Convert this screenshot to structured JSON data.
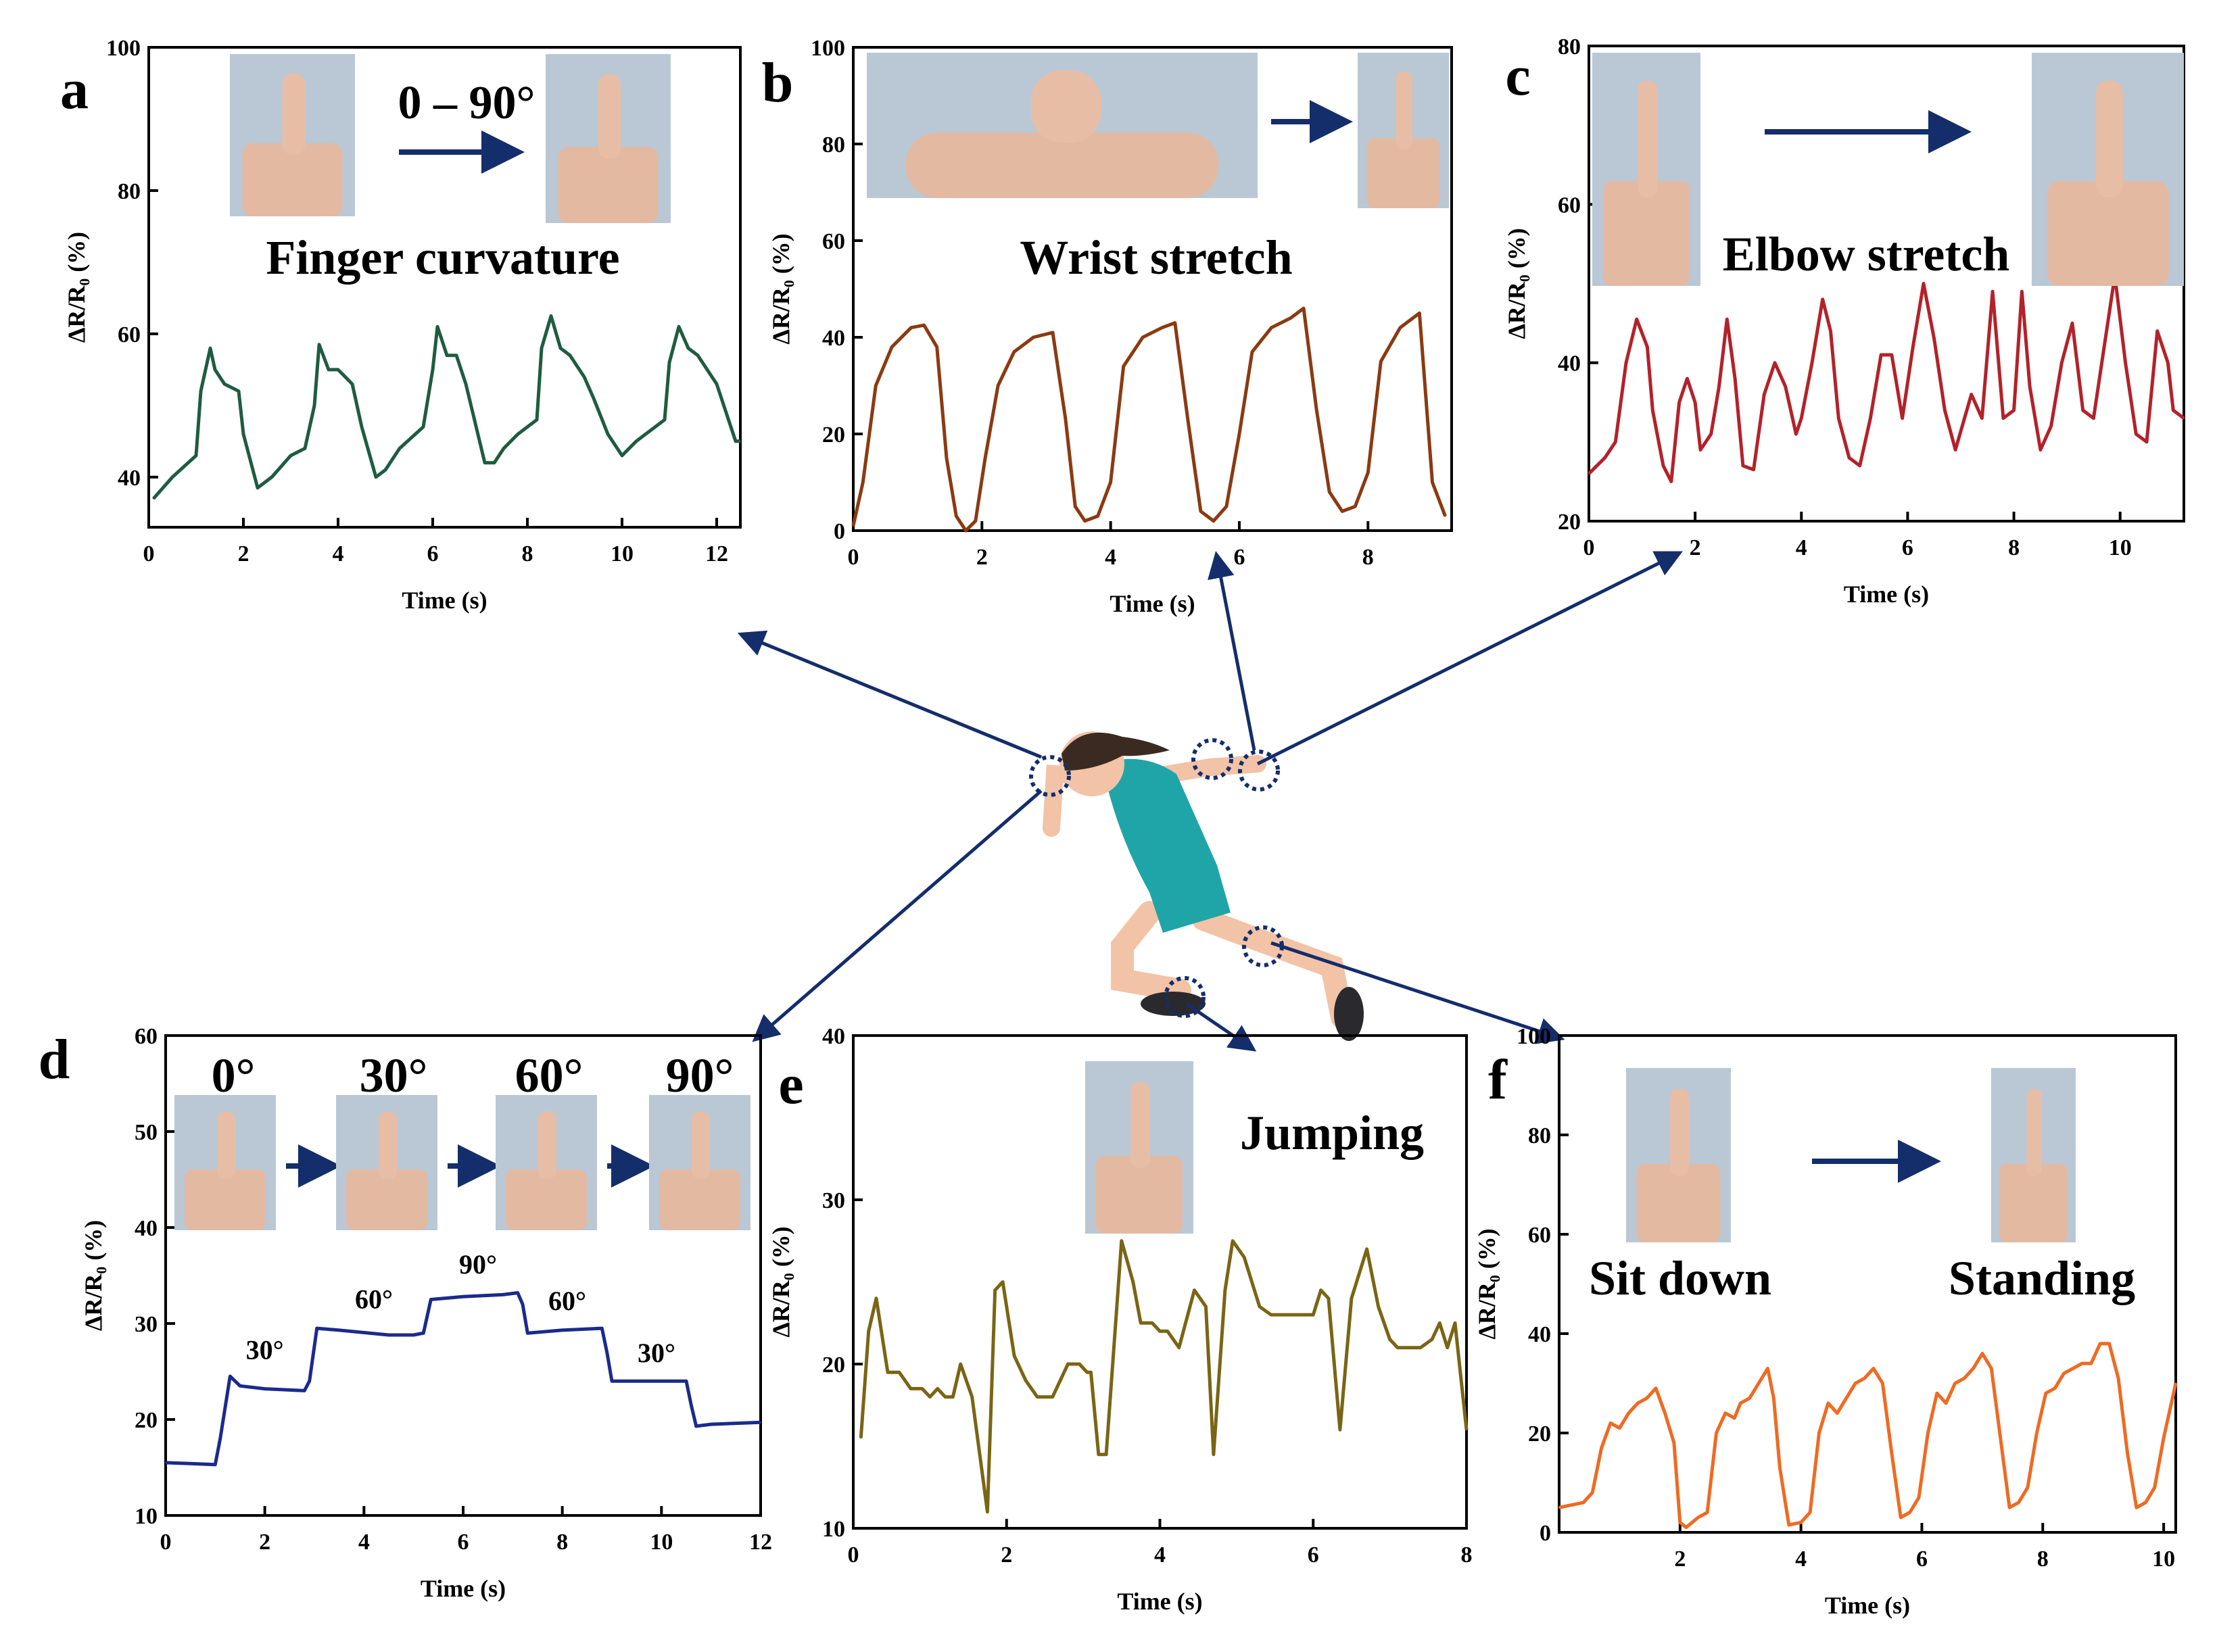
{
  "colors": {
    "a": "#1f5c3f",
    "b": "#8b3a12",
    "c": "#b3222a",
    "d": "#1b2a8c",
    "e": "#7a6514",
    "f": "#ef6a22",
    "arrow": "#142d6b",
    "runner_outfit": "#1fa5a8",
    "runner_skin": "#f2c3a6"
  },
  "icons": {
    "photo": "photo-inset-icon",
    "arrow": "arrow-right-icon",
    "runner": "runner-illustration-icon",
    "joint_marker": "dotted-circle-icon"
  },
  "chart_data": [
    {
      "id": "a",
      "type": "line",
      "panel_label": "a",
      "title": "Finger curvature",
      "angle_label": "0 – 90°",
      "xlabel": "Time (s)",
      "ylabel": "ΔR/R₀ (%)",
      "xlim": [
        0,
        12.5
      ],
      "ylim": [
        33,
        100
      ],
      "xticks": [
        0,
        2,
        4,
        6,
        8,
        10,
        12
      ],
      "yticks": [
        40,
        60,
        80,
        100
      ],
      "grid": false,
      "x": [
        0.1,
        0.5,
        1.0,
        1.1,
        1.3,
        1.4,
        1.6,
        1.9,
        2.0,
        2.3,
        2.6,
        3.0,
        3.3,
        3.5,
        3.6,
        3.8,
        4.0,
        4.3,
        4.5,
        4.8,
        5.0,
        5.3,
        5.8,
        6.0,
        6.1,
        6.3,
        6.5,
        6.7,
        7.1,
        7.3,
        7.5,
        7.8,
        8.2,
        8.3,
        8.5,
        8.7,
        8.9,
        9.2,
        9.4,
        9.7,
        10.0,
        10.3,
        10.9,
        11.0,
        11.2,
        11.4,
        11.6,
        12.0,
        12.4,
        12.5
      ],
      "y": [
        37,
        40,
        43,
        52,
        58,
        55,
        53,
        52,
        46,
        38.5,
        40,
        43,
        44,
        50,
        58.5,
        55,
        55,
        53,
        47,
        40,
        41,
        44,
        47,
        55,
        61,
        57,
        57,
        53,
        42,
        42,
        44,
        46,
        48,
        58,
        62.5,
        58,
        57,
        54,
        51,
        46,
        43,
        45,
        48,
        56,
        61,
        58,
        57,
        53,
        45,
        45
      ]
    },
    {
      "id": "b",
      "type": "line",
      "panel_label": "b",
      "title": "Wrist stretch",
      "xlabel": "Time (s)",
      "ylabel": "ΔR/R₀ (%)",
      "xlim": [
        0,
        9.3
      ],
      "ylim": [
        0,
        100
      ],
      "xticks": [
        0,
        2,
        4,
        6,
        8
      ],
      "yticks": [
        0,
        20,
        40,
        60,
        80,
        100
      ],
      "grid": false,
      "x": [
        0.0,
        0.15,
        0.35,
        0.6,
        0.9,
        1.1,
        1.3,
        1.45,
        1.6,
        1.75,
        1.9,
        2.05,
        2.25,
        2.5,
        2.8,
        3.1,
        3.3,
        3.45,
        3.6,
        3.8,
        4.0,
        4.2,
        4.5,
        4.8,
        5.0,
        5.2,
        5.4,
        5.6,
        5.8,
        6.0,
        6.2,
        6.5,
        6.8,
        7.0,
        7.2,
        7.4,
        7.6,
        7.8,
        8.0,
        8.2,
        8.5,
        8.8,
        9.0,
        9.2
      ],
      "y": [
        1,
        10,
        30,
        38,
        42,
        42.5,
        38,
        15,
        3,
        0,
        2,
        15,
        30,
        37,
        40,
        41,
        23,
        5,
        2,
        3,
        10,
        34,
        40,
        42,
        43,
        23,
        4,
        2,
        5,
        20,
        37,
        42,
        44,
        46,
        25,
        8,
        4,
        5,
        12,
        35,
        42,
        45,
        10,
        3
      ]
    },
    {
      "id": "c",
      "type": "line",
      "panel_label": "c",
      "title": "Elbow stretch",
      "xlabel": "Time (s)",
      "ylabel": "ΔR/R₀ (%)",
      "xlim": [
        0,
        11.2
      ],
      "ylim": [
        20,
        80
      ],
      "xticks": [
        0,
        2,
        4,
        6,
        8,
        10
      ],
      "yticks": [
        20,
        40,
        60,
        80
      ],
      "grid": false,
      "x": [
        0.0,
        0.3,
        0.5,
        0.7,
        0.9,
        1.1,
        1.2,
        1.4,
        1.55,
        1.7,
        1.85,
        2.0,
        2.1,
        2.3,
        2.45,
        2.6,
        2.75,
        2.9,
        3.1,
        3.3,
        3.5,
        3.7,
        3.9,
        4.0,
        4.2,
        4.4,
        4.55,
        4.7,
        4.9,
        5.1,
        5.3,
        5.5,
        5.7,
        5.9,
        6.1,
        6.3,
        6.5,
        6.7,
        6.9,
        7.2,
        7.4,
        7.6,
        7.8,
        8.0,
        8.15,
        8.3,
        8.5,
        8.7,
        8.9,
        9.1,
        9.3,
        9.5,
        9.7,
        9.9,
        10.1,
        10.3,
        10.5,
        10.7,
        10.9,
        11.0,
        11.2
      ],
      "y": [
        26,
        28,
        30,
        40,
        45.5,
        42,
        34,
        27,
        25,
        35,
        38,
        35,
        29,
        31,
        37,
        45.5,
        38,
        27,
        26.5,
        36,
        40,
        37,
        31,
        33,
        40,
        48,
        44,
        33,
        28,
        27,
        33,
        41,
        41,
        33,
        42,
        50,
        43,
        34,
        29,
        36,
        33,
        49,
        33,
        34,
        49,
        37,
        29,
        32,
        40,
        45,
        34,
        33,
        42,
        51,
        40,
        31,
        30,
        44,
        40,
        34,
        33
      ]
    },
    {
      "id": "d",
      "type": "line",
      "panel_label": "d",
      "xlabel": "Time (s)",
      "ylabel": "ΔR/R₀ (%)",
      "xlim": [
        0,
        12
      ],
      "ylim": [
        10,
        60
      ],
      "xticks": [
        0,
        2,
        4,
        6,
        8,
        10,
        12
      ],
      "yticks": [
        10,
        20,
        30,
        40,
        50,
        60
      ],
      "grid": false,
      "stage_labels": [
        "0°",
        "30°",
        "60°",
        "90°"
      ],
      "annotations": [
        {
          "text": "30°",
          "x": 2.0,
          "y": 26.3
        },
        {
          "text": "60°",
          "x": 4.2,
          "y": 31.6
        },
        {
          "text": "90°",
          "x": 6.3,
          "y": 35.2
        },
        {
          "text": "60°",
          "x": 8.1,
          "y": 31.4
        },
        {
          "text": "30°",
          "x": 9.9,
          "y": 26.0
        }
      ],
      "x": [
        0.0,
        0.5,
        1.0,
        1.1,
        1.3,
        1.5,
        2.0,
        2.8,
        2.9,
        3.05,
        3.5,
        4.5,
        5.0,
        5.2,
        5.35,
        6.0,
        6.8,
        7.1,
        7.2,
        7.3,
        8.0,
        8.8,
        8.9,
        9.0,
        9.5,
        10.0,
        10.5,
        10.6,
        10.7,
        11.0,
        12.0
      ],
      "y": [
        15.5,
        15.4,
        15.3,
        18,
        24.5,
        23.5,
        23.2,
        23,
        24,
        29.5,
        29.3,
        28.8,
        28.8,
        29,
        32.5,
        32.8,
        33,
        33.2,
        32,
        29,
        29.3,
        29.5,
        27,
        24,
        24,
        24,
        24,
        21.5,
        19.3,
        19.5,
        19.7
      ]
    },
    {
      "id": "e",
      "type": "line",
      "panel_label": "e",
      "title": "Jumping",
      "xlabel": "Time (s)",
      "ylabel": "ΔR/R₀ (%)",
      "xlim": [
        0,
        8
      ],
      "ylim": [
        10,
        40
      ],
      "xticks": [
        0,
        2,
        4,
        6,
        8
      ],
      "yticks": [
        10,
        20,
        30,
        40
      ],
      "grid": false,
      "x": [
        0.1,
        0.2,
        0.3,
        0.45,
        0.6,
        0.75,
        0.9,
        1.0,
        1.1,
        1.2,
        1.3,
        1.4,
        1.55,
        1.75,
        1.85,
        1.95,
        2.1,
        2.25,
        2.4,
        2.5,
        2.6,
        2.8,
        2.95,
        3.05,
        3.1,
        3.2,
        3.3,
        3.5,
        3.65,
        3.75,
        3.9,
        4.0,
        4.1,
        4.25,
        4.45,
        4.6,
        4.7,
        4.85,
        4.95,
        5.1,
        5.3,
        5.45,
        5.6,
        5.7,
        5.85,
        6.0,
        6.1,
        6.2,
        6.35,
        6.5,
        6.7,
        6.85,
        7.0,
        7.1,
        7.25,
        7.4,
        7.55,
        7.65,
        7.75,
        7.85,
        8.0
      ],
      "y": [
        15.5,
        22,
        24,
        19.5,
        19.5,
        18.5,
        18.5,
        18,
        18.5,
        18,
        18,
        20,
        18,
        11,
        24.5,
        25,
        20.5,
        19,
        18,
        18,
        18,
        20,
        20,
        19.5,
        19.5,
        14.5,
        14.5,
        27.5,
        25,
        22.5,
        22.5,
        22,
        22,
        21,
        24.5,
        23.5,
        14.5,
        24.5,
        27.5,
        26.5,
        23.5,
        23,
        23,
        23,
        23,
        23,
        24.5,
        24,
        16,
        24,
        27,
        23.5,
        21.5,
        21,
        21,
        21,
        21.5,
        22.5,
        21,
        22.5,
        16
      ]
    },
    {
      "id": "f",
      "type": "line",
      "panel_label": "f",
      "pose_labels": [
        "Sit down",
        "Standing"
      ],
      "xlabel": "Time (s)",
      "ylabel": "ΔR/R₀ (%)",
      "xlim": [
        0,
        10.2
      ],
      "ylim": [
        0,
        100
      ],
      "xticks": [
        2,
        4,
        6,
        8,
        10
      ],
      "yticks": [
        0,
        20,
        40,
        60,
        80,
        100
      ],
      "grid": false,
      "x": [
        0.0,
        0.2,
        0.4,
        0.55,
        0.7,
        0.85,
        1.0,
        1.15,
        1.3,
        1.45,
        1.6,
        1.75,
        1.9,
        2.0,
        2.1,
        2.3,
        2.45,
        2.6,
        2.75,
        2.9,
        3.0,
        3.15,
        3.3,
        3.45,
        3.55,
        3.65,
        3.8,
        4.0,
        4.15,
        4.3,
        4.45,
        4.6,
        4.75,
        4.9,
        5.05,
        5.2,
        5.35,
        5.5,
        5.65,
        5.8,
        5.95,
        6.1,
        6.25,
        6.4,
        6.55,
        6.7,
        6.85,
        7.0,
        7.15,
        7.3,
        7.45,
        7.6,
        7.75,
        7.9,
        8.05,
        8.2,
        8.35,
        8.5,
        8.65,
        8.8,
        8.95,
        9.1,
        9.25,
        9.4,
        9.55,
        9.7,
        9.85,
        10.0,
        10.2
      ],
      "y": [
        5,
        5.5,
        6,
        8,
        17,
        22,
        21,
        24,
        26,
        27,
        29,
        24,
        18,
        2,
        1,
        3,
        4,
        20,
        24,
        23,
        26,
        27,
        30,
        33,
        27,
        13,
        1.5,
        2,
        4,
        20,
        26,
        24,
        27,
        30,
        31,
        33,
        30,
        16,
        3,
        4,
        7,
        20,
        28,
        26,
        30,
        31,
        33,
        36,
        33,
        19,
        5,
        6,
        9,
        20,
        28,
        29,
        32,
        33,
        34,
        34,
        38,
        38,
        31,
        16,
        5,
        6,
        9,
        19,
        30
      ]
    }
  ]
}
